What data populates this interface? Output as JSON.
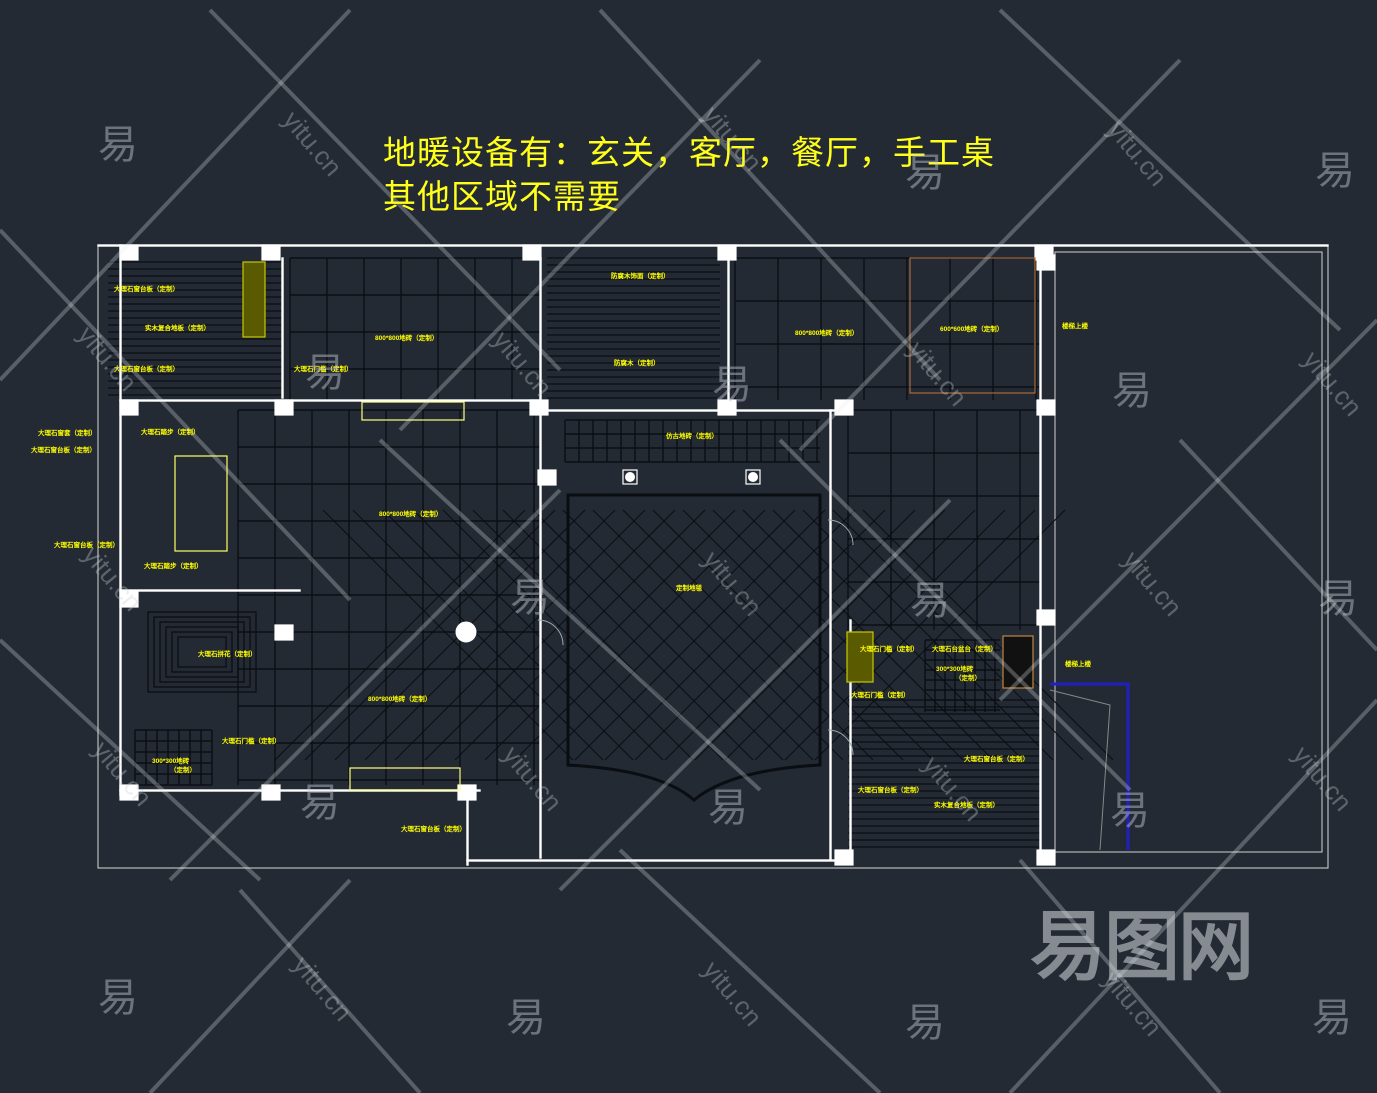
{
  "title": {
    "line1": "地暖设备有：玄关，客厅，餐厅，手工桌",
    "line2": "其他区域不需要"
  },
  "labels": {
    "marble_sill_1": "大理石窗台板（定制）",
    "wood_floor_1": "实木复合地板（定制）",
    "marble_sill_2": "大理石窗台板（定制）",
    "marble_threshold_1": "大理石门槛（定制）",
    "tile_living": "800*800地砖（定制）",
    "anticorrosive_wood_top": "防腐木饰面（定制）",
    "anticorrosive_wood": "防腐木（定制）",
    "tile_dining": "800*800地砖（定制）",
    "tile_kitchen": "600*600地砖（定制）",
    "stairs_up_1": "楼梯上楼",
    "marble_window_left_1": "大理石窗套（定制）",
    "marble_window_left_2": "大理石窗台板（定制）",
    "marble_stair": "大理石踏步（定制）",
    "tile_hall": "800*800地砖（定制）",
    "marble_sill_left_3": "大理石窗台板（定制）",
    "marble_step": "大理石踏步（定制）",
    "marble_parquet": "大理石拼花（定制）",
    "tile_hall_2": "800*800地砖（定制）",
    "marble_threshold_2": "大理石门槛（定制）",
    "tile_bath_1": "300*300地砖",
    "tile_bath_1b": "（定制）",
    "marble_sill_bottom": "大理石窗台板（定制）",
    "tile_porch": "仿古地砖（定制）",
    "carpet": "定制地毯",
    "marble_threshold_3": "大理石门槛（定制）",
    "marble_basin": "大理石台盆台（定制）",
    "tile_bath_2": "300*300地砖",
    "tile_bath_2b": "（定制）",
    "stairs_up_2": "楼梯上楼",
    "marble_threshold_4": "大理石门槛（定制）",
    "marble_sill_right": "大理石窗台板（定制）",
    "marble_sill_right_2": "大理石窗台板（定制）",
    "wood_floor_2": "实木复合地板（定制）"
  },
  "watermark": {
    "char": "易",
    "site": "yitu.cn",
    "logo": "易图网"
  },
  "colors": {
    "background": "#232a33",
    "annotation": "#ffff00",
    "wall": "#ffffff",
    "grid": "#0b0f14"
  }
}
